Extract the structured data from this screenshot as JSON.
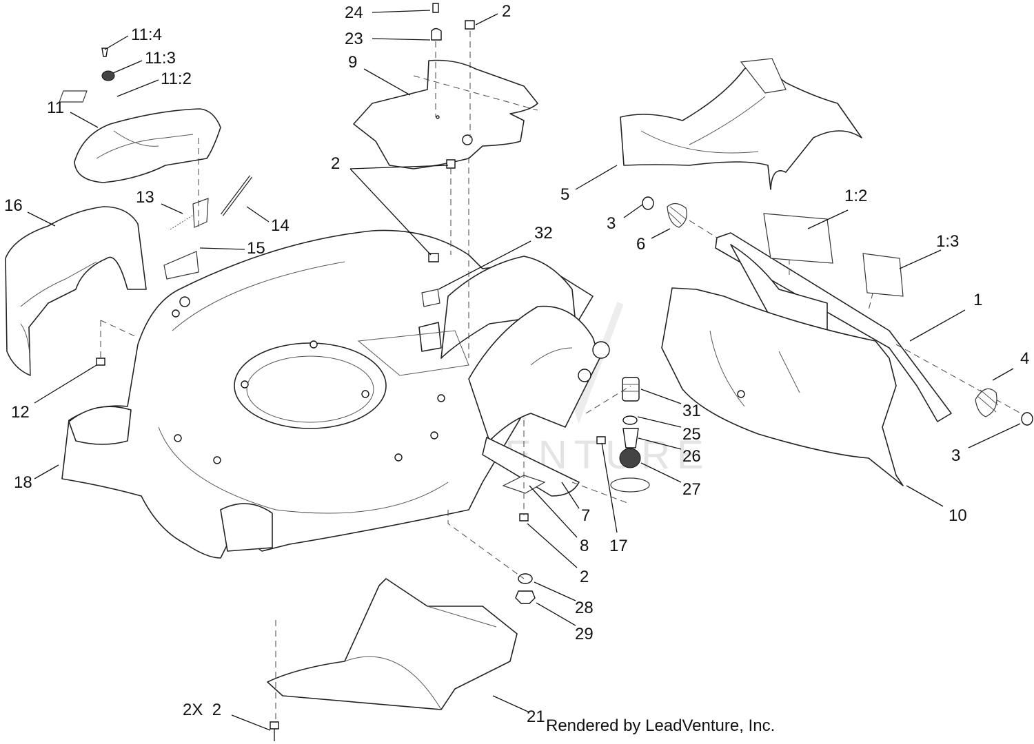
{
  "watermark": "LEADVENTURE",
  "credit": "Rendered by LeadVenture, Inc.",
  "callouts": {
    "c24": "24",
    "c23": "23",
    "c2_top": "2",
    "c9": "9",
    "c11_4": "11:4",
    "c11_3": "11:3",
    "c11_2": "11:2",
    "c11": "11",
    "c16": "16",
    "c13": "13",
    "c14": "14",
    "c15": "15",
    "c2_mid": "2",
    "c32": "32",
    "c5": "5",
    "c3_top": "3",
    "c6": "6",
    "c1_2": "1:2",
    "c1_3": "1:3",
    "c1": "1",
    "c4": "4",
    "c3_right": "3",
    "c10": "10",
    "c12": "12",
    "c18": "18",
    "c31": "31",
    "c25": "25",
    "c26": "26",
    "c27": "27",
    "c7": "7",
    "c8": "8",
    "c17": "17",
    "c2_low": "2",
    "c28": "28",
    "c29": "29",
    "c21": "21",
    "c2x2": "2X  2"
  }
}
